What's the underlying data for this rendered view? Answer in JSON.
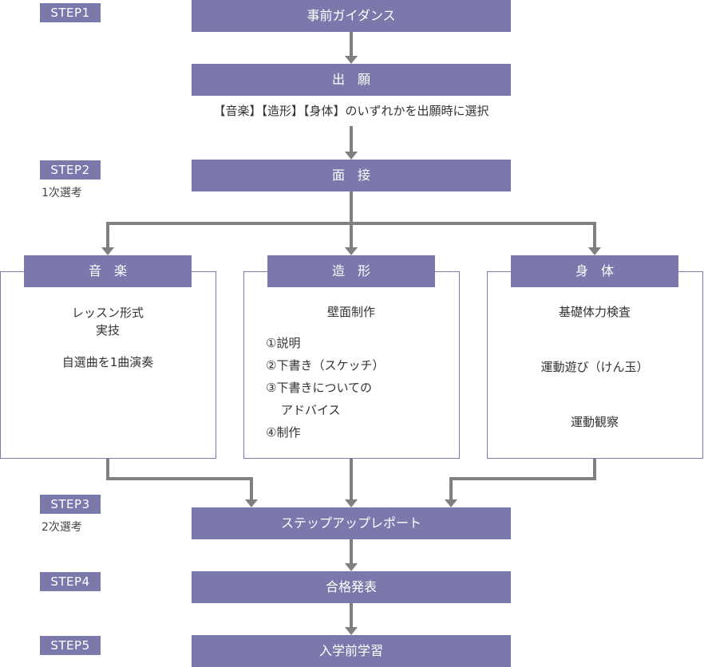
{
  "steps": {
    "step1": "STEP1",
    "step2": "STEP2",
    "step2_sub": "1次選考",
    "step3": "STEP3",
    "step3_sub": "2次選考",
    "step4": "STEP4",
    "step5": "STEP5"
  },
  "flow": {
    "guidance": "事前ガイダンス",
    "application": "出　願",
    "application_note": "【音楽】【造形】【身体】のいずれかを出願時に選択",
    "interview": "面　接",
    "report": "ステップアップレポート",
    "result": "合格発表",
    "prestudy": "入学前学習"
  },
  "branches": {
    "music": {
      "title": "音　楽",
      "line1": "レッスン形式",
      "line2": "実技",
      "line3": "自選曲を1曲演奏"
    },
    "art": {
      "title": "造　形",
      "heading": "壁面制作",
      "items": [
        "①説明",
        "②下書き（スケッチ）",
        "③下書きについての",
        "アドバイス",
        "④制作"
      ]
    },
    "body": {
      "title": "身　体",
      "item1": "基礎体力検査",
      "item2": "運動遊び（けん玉）",
      "item3": "運動観察"
    }
  },
  "colors": {
    "accent": "#7b78ac",
    "connector": "#7f7f7f"
  }
}
